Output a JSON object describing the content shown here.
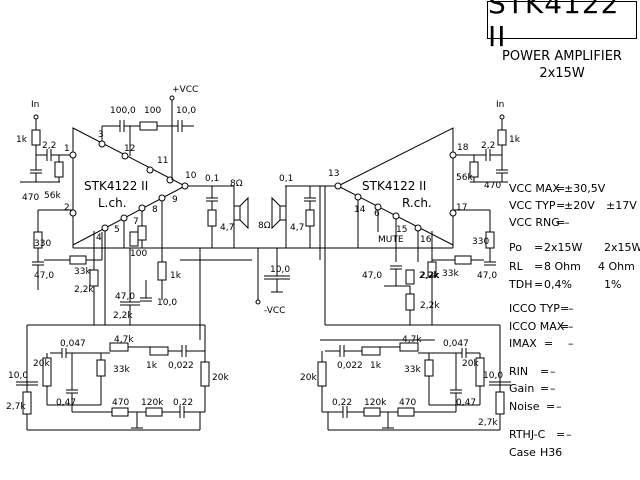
{
  "header": {
    "part_number": "STK4122 II",
    "subtitle": "POWER AMPLIFIER",
    "config": "2x15W"
  },
  "supply": {
    "vcc_pos": "+VCC",
    "vcc_neg": "-VCC"
  },
  "channels": {
    "left": {
      "chip": "STK4122 II",
      "label": "L.ch."
    },
    "right": {
      "chip": "STK4122 II",
      "label": "R.ch.",
      "mute": "MUTE"
    }
  },
  "inputs": {
    "left": "In",
    "right": "In"
  },
  "pins": {
    "left": [
      "1",
      "2",
      "3",
      "4",
      "5",
      "7",
      "8",
      "9",
      "10",
      "11",
      "12"
    ],
    "right": [
      "13",
      "14",
      "6",
      "15",
      "16",
      "17",
      "18"
    ]
  },
  "components": {
    "left": {
      "r_in": "1k",
      "c_in": "2,2",
      "c_in2": "470",
      "r_bias": "56k",
      "c_boot1": "100,0",
      "r_boot": "100",
      "c_boot2": "10,0",
      "c_out1": "0,1",
      "r_out": "4,7",
      "speaker": "8Ω",
      "r_330": "330",
      "c_47": "47,0",
      "r_33k": "33k",
      "r_2k2": "2,2k",
      "r_100": "100",
      "r_1k": "1k",
      "c_47b": "47,0",
      "c_10": "10,0",
      "r_2k2b": "2,2k",
      "c_0047": "0,047",
      "r_4k7": "4,7k",
      "r_33k_b": "33k",
      "r_1k_b": "1k",
      "c_0022": "0,022",
      "pot_20k_l": "20k",
      "pot_20k_r": "20k",
      "c_047": "0,47",
      "r_470": "470",
      "r_120k": "120k",
      "c_022": "0,22",
      "c_10_in": "10,0",
      "r_2k7": "2,7k"
    },
    "right": {
      "r_in": "1k",
      "c_in": "2,2",
      "c_in2": "470",
      "r_bias": "56k",
      "c_out1": "0,1",
      "r_out": "4,7",
      "speaker": "8Ω",
      "r_330": "330",
      "c_47": "47,0",
      "r_33k": "33k",
      "r_2k2": "2,2k",
      "c_47b": "47,0",
      "r_2k2b": "2,2k",
      "r_2k2c": "2,2k",
      "c_10_neg": "10,0",
      "c_0047": "0,047",
      "r_4k7": "4,7k",
      "r_33k_b": "33k",
      "r_1k_b": "1k",
      "c_0022": "0,022",
      "pot_20k_l": "20k",
      "pot_20k_r": "20k",
      "c_047": "0,47",
      "r_470": "470",
      "r_120k": "120k",
      "c_022": "0,22",
      "c_10_in": "10,0",
      "r_2k7": "2,7k"
    }
  },
  "specs": [
    {
      "param": "VCC MAX",
      "eq": "=",
      "value": "±30,5V",
      "alt": ""
    },
    {
      "param": "VCC TYP",
      "eq": "=",
      "value": "±20V",
      "alt": "±17V"
    },
    {
      "param": "VCC RNG",
      "eq": "=",
      "value": "–",
      "alt": ""
    },
    {
      "param": "Po",
      "eq": "=",
      "value": "2x15W",
      "alt": "2x15W"
    },
    {
      "param": "RL",
      "eq": "=",
      "value": "8 Ohm",
      "alt": "4 Ohm"
    },
    {
      "param": "TDH",
      "eq": "=",
      "value": "0,4%",
      "alt": "1%"
    },
    {
      "param": "ICCO TYP",
      "eq": "=",
      "value": "–",
      "alt": ""
    },
    {
      "param": "ICCO MAX",
      "eq": "=",
      "value": "–",
      "alt": ""
    },
    {
      "param": "IMAX",
      "eq": "=",
      "value": "–",
      "alt": ""
    },
    {
      "param": "RIN",
      "eq": "=",
      "value": "–",
      "alt": ""
    },
    {
      "param": "Gain",
      "eq": "=",
      "value": "–",
      "alt": ""
    },
    {
      "param": "Noise",
      "eq": "=",
      "value": "–",
      "alt": ""
    },
    {
      "param": "RTHJ-C",
      "eq": "=",
      "value": "–",
      "alt": ""
    },
    {
      "param": "Case",
      "eq": "",
      "value": "H36",
      "alt": ""
    }
  ]
}
